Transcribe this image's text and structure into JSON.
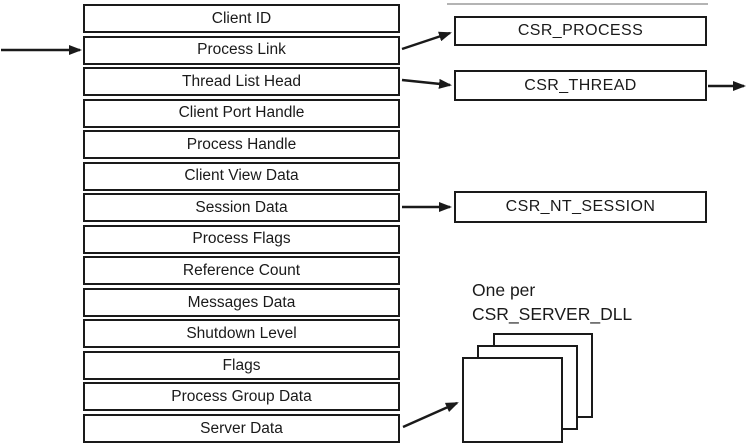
{
  "fields": [
    "Client ID",
    "Process Link",
    "Thread List Head",
    "Client Port Handle",
    "Process Handle",
    "Client View Data",
    "Session Data",
    "Process Flags",
    "Reference Count",
    "Messages Data",
    "Shutdown Level",
    "Flags",
    "Process Group Data",
    "Server Data"
  ],
  "structures": {
    "process": "CSR_PROCESS",
    "thread": "CSR_THREAD",
    "nt_session": "CSR_NT_SESSION"
  },
  "note": {
    "line1": "One per",
    "line2": "CSR_SERVER_DLL"
  },
  "colors": {
    "line": "#1a1a1a",
    "background": "#ffffff"
  }
}
